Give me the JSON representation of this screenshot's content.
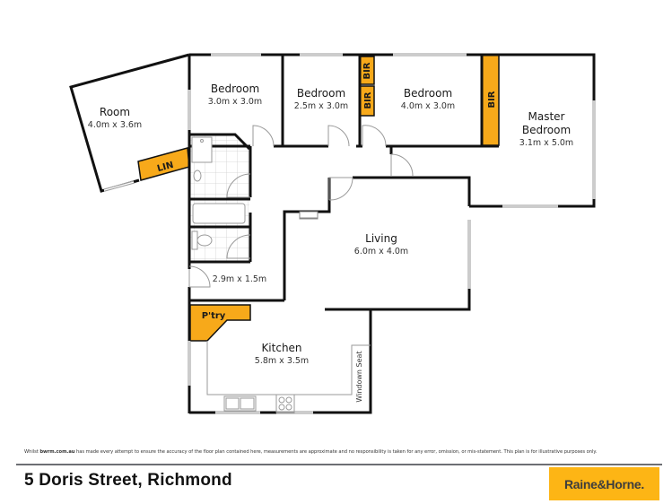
{
  "colors": {
    "wall": "#111111",
    "cupboard": "#f7a91a",
    "window": "#9a9a9a",
    "door": "#9a9a9a",
    "tile": "#c8c8c8",
    "logo_bg": "#fdb515",
    "logo_text": "#3d3d3d",
    "divider": "#6d6f73"
  },
  "rooms": [
    {
      "id": "room",
      "name": "Room",
      "dims": "4.0m x 3.6m"
    },
    {
      "id": "bedroom1",
      "name": "Bedroom",
      "dims": "3.0m x 3.0m"
    },
    {
      "id": "bedroom2",
      "name": "Bedroom",
      "dims": "2.5m x 3.0m"
    },
    {
      "id": "bedroom3",
      "name": "Bedroom",
      "dims": "4.0m x 3.0m"
    },
    {
      "id": "master",
      "name_line1": "Master",
      "name_line2": "Bedroom",
      "dims": "3.1m x 5.0m"
    },
    {
      "id": "living",
      "name": "Living",
      "dims": "6.0m x 4.0m"
    },
    {
      "id": "laundry",
      "name": "",
      "dims": "2.9m x 1.5m"
    },
    {
      "id": "kitchen",
      "name": "Kitchen",
      "dims": "5.8m x 3.5m"
    }
  ],
  "cupboards": {
    "lin": "LIN",
    "bir_bed2": "BIR",
    "bir_bed3": "BIR",
    "bir_master": "BIR",
    "pantry": "P'try"
  },
  "fixtures": {
    "window_seat": "Windown Seat"
  },
  "footer": {
    "disclaimer_prefix": "Whilst ",
    "disclaimer_brand": "bwrm.com.au",
    "disclaimer_rest": " has made every attempt to ensure the accuracy of the floor plan contained here, measurements are approximate and no responsibility is taken for any error, omission, or mis-statement. This plan is for illustrative purposes only.",
    "address": "5 Doris Street, Richmond",
    "logo_text": "Raine&Horne."
  }
}
